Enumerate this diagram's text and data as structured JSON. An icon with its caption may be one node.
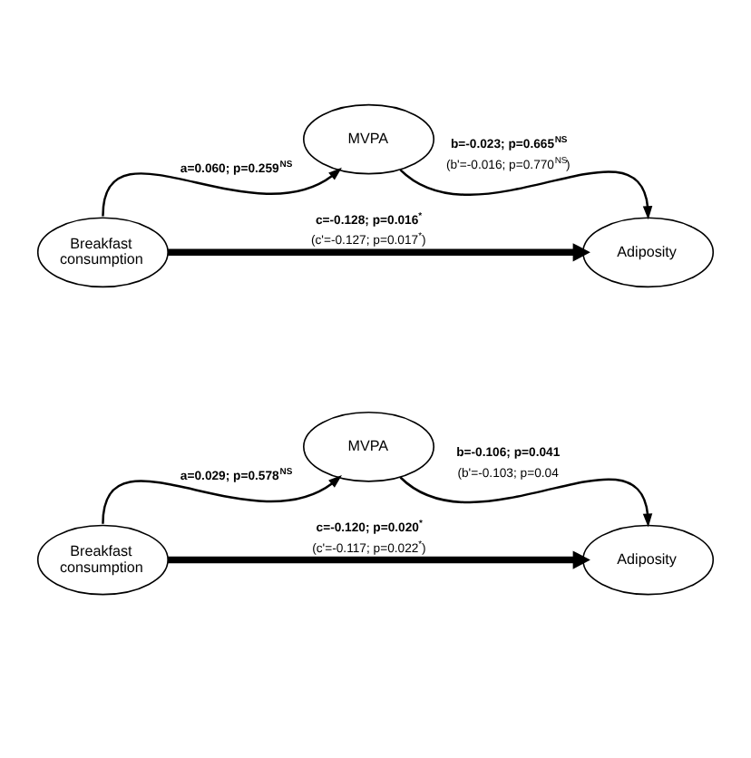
{
  "diagram": {
    "nodes": [
      {
        "text": [
          "MVPA"
        ]
      },
      {
        "text": [
          "Breakfast consumption"
        ]
      },
      {
        "text": [
          "Adiposity"
        ]
      },
      {
        "text": [
          "MVPA"
        ]
      },
      {
        "text": [
          "Breakfast consumption"
        ]
      },
      {
        "text": [
          "Adiposity"
        ]
      }
    ],
    "edges": [
      {
        "from": 1,
        "to": 0,
        "arrow": "to",
        "label": "a=0.060; p=0.259$^{NS}$"
      },
      {
        "from": 0,
        "to": 2,
        "arrow": "to",
        "label": "**b=-0.023; p=0.665$^{NS}$** (b'=-0.016; p=0.770$^{NS}$)"
      },
      {
        "from": 1,
        "to": 2,
        "arrow": "to",
        "style": "thick",
        "label": "**c=-0.128; p=0.016$^{*}$** (c'=-0.127; p=0.017$^{*}$)"
      },
      {
        "from": 4,
        "to": 3,
        "arrow": "to",
        "label": "a=0.029; p=0.578$^{NS}$"
      },
      {
        "from": 3,
        "to": 5,
        "arrow": "to",
        "label": "**b=-0.106; p=0.041** (b'=-0.103; p=0.04"
      },
      {
        "from": 4,
        "to": 5,
        "arrow": "to",
        "style": "thick",
        "label": "**c=-0.120; p=0.020$^{*}$** (c'=-0.117; p=0.022$^{*}$)"
      }
    ]
  }
}
